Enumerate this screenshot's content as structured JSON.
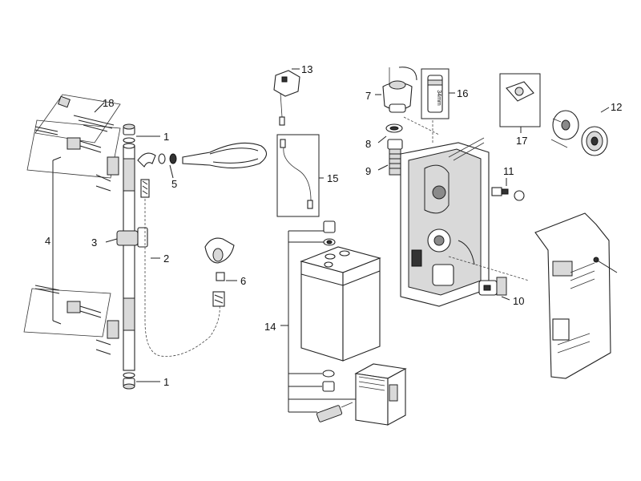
{
  "callouts": {
    "n1a": "1",
    "n1b": "1",
    "n2": "2",
    "n3": "3",
    "n4": "4",
    "n5": "5",
    "n6": "6",
    "n7": "7",
    "n8": "8",
    "n9": "9",
    "n10": "10",
    "n11": "11",
    "n12": "12",
    "n13": "13",
    "n14": "14",
    "n15": "15",
    "n16": "16",
    "n17": "17",
    "n18": "18"
  },
  "part_marks": {
    "cartridge_size": "34mm"
  }
}
